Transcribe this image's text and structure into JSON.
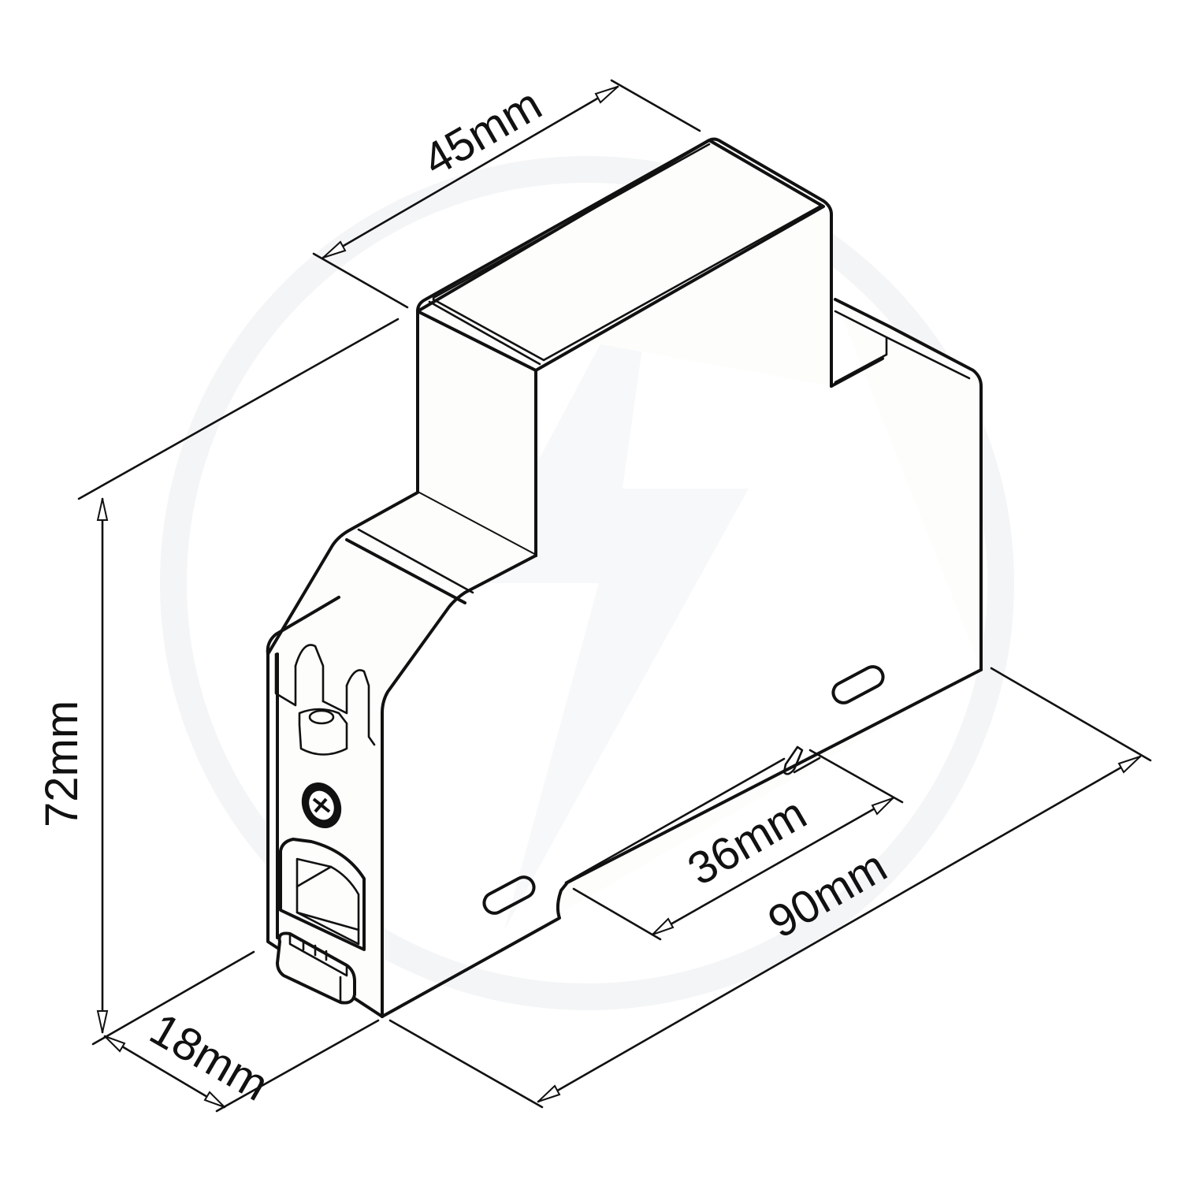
{
  "diagram": {
    "subject": "DIN-rail single-module device, isometric dimension drawing",
    "watermark": {
      "shape": "circle-with-lightning-bolt",
      "color": "#f4f5f6"
    },
    "line_color": "#111111",
    "background": "#ffffff",
    "dimensions": {
      "depth_top": {
        "label": "45mm",
        "value": 45,
        "unit": "mm"
      },
      "height": {
        "label": "72mm",
        "value": 72,
        "unit": "mm"
      },
      "width": {
        "label": "18mm",
        "value": 18,
        "unit": "mm"
      },
      "length": {
        "label": "90mm",
        "value": 90,
        "unit": "mm"
      },
      "rail_slot": {
        "label": "36mm",
        "value": 36,
        "unit": "mm"
      }
    },
    "features": [
      "terminal-clamp",
      "terminal-screw",
      "wire-entry-opening",
      "din-rail-release-clip",
      "mounting-slot-left",
      "mounting-slot-right"
    ]
  }
}
